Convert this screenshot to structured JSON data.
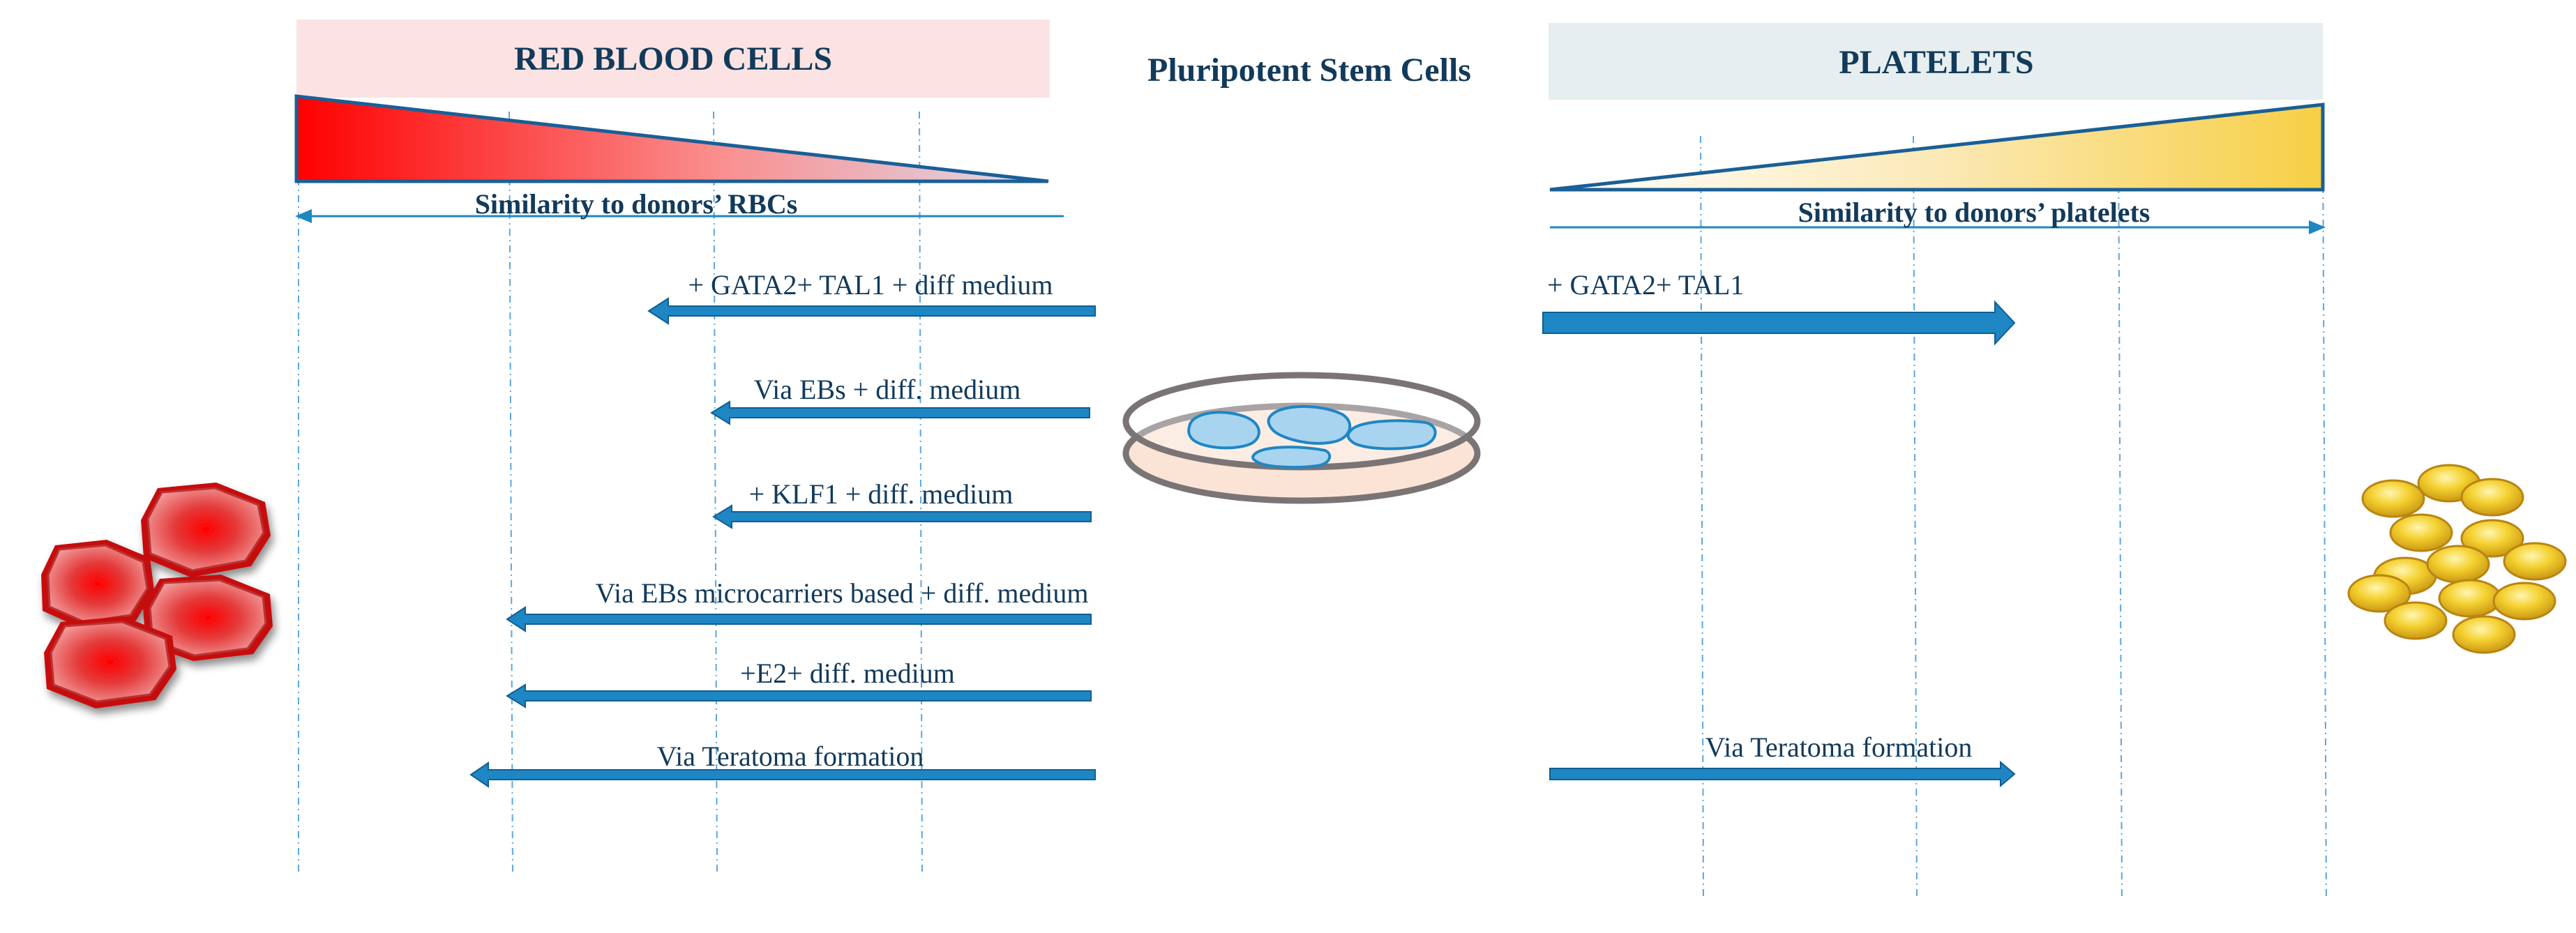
{
  "headers": {
    "rbc": "RED BLOOD CELLS",
    "center": "Pluripotent Stem Cells",
    "platelets": "PLATELETS"
  },
  "similarity": {
    "rbc": "Similarity to donors’ RBCs",
    "platelets": "Similarity to donors’ platelets"
  },
  "rbc_methods": [
    "+ GATA2+ TAL1 + diff medium",
    "Via EBs + diff. medium",
    "+ KLF1 + diff. medium",
    "Via EBs microcarriers based + diff. medium",
    "+E2+ diff. medium",
    "Via Teratoma formation"
  ],
  "platelet_methods": [
    "+ GATA2+ TAL1",
    "Via Teratoma formation"
  ],
  "colors": {
    "arrow": "#1f86c4",
    "arrow_edge": "#0f5f92",
    "text": "#123a5a",
    "rbc_band": "#fbe3e3",
    "platelet_band": "#e6eef0",
    "rbc_red": "#ff0000",
    "platelet_gold": "#f7cf45",
    "dashed_line": "#5aa7de"
  }
}
